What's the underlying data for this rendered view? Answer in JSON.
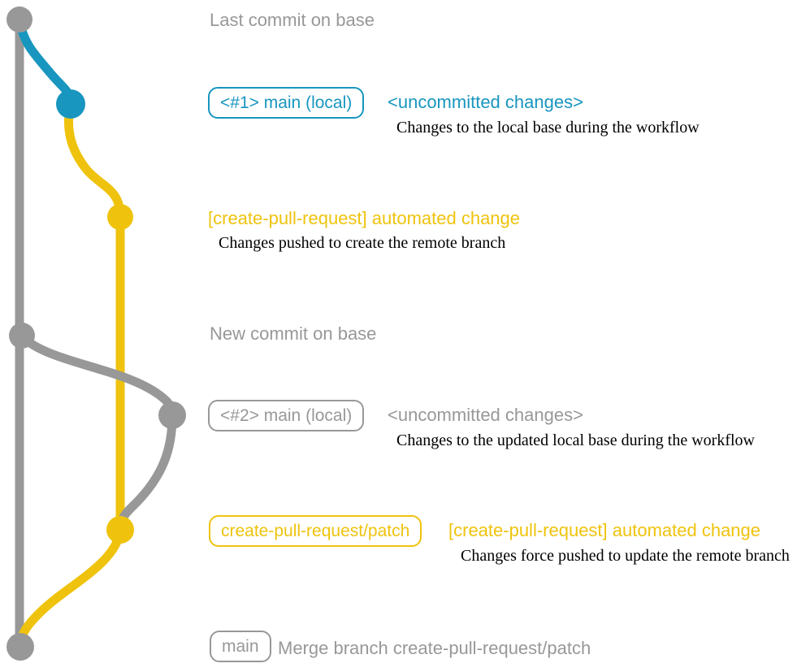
{
  "colors": {
    "gray": "#989898",
    "blue": "#1896bf",
    "yellow": "#efc30d",
    "ink": "#000000"
  },
  "labels": {
    "last_commit_title": "Last commit on base",
    "commit1_badge": "<#1> main (local)",
    "commit1_heading": "<uncommitted changes>",
    "commit1_detail": "Changes to the local base during the workflow",
    "push1_heading": "[create-pull-request] automated change",
    "push1_detail": "Changes pushed to create the remote branch",
    "new_commit_title": "New commit on base",
    "commit2_badge": "<#2> main (local)",
    "commit2_heading": "<uncommitted changes>",
    "commit2_detail": "Changes to the updated local base during the workflow",
    "push2_badge": "create-pull-request/patch",
    "push2_heading": "[create-pull-request] automated change",
    "push2_detail": "Changes force pushed to update the remote branch",
    "merge_badge": "main",
    "merge_title": "Merge branch create-pull-request/patch"
  }
}
